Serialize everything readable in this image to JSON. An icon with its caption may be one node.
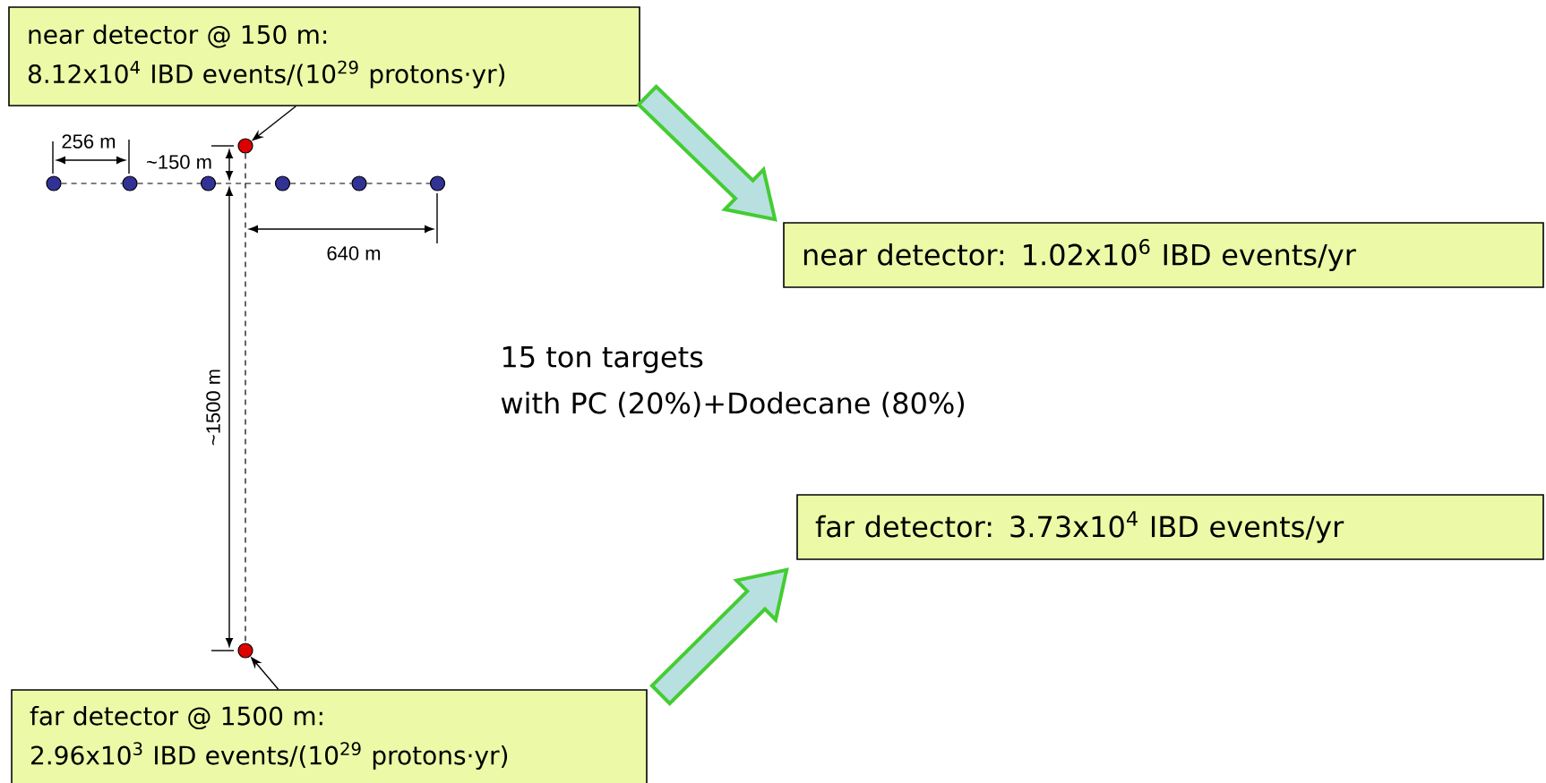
{
  "diagram": {
    "nodes": [
      {
        "text": [
          "near detector @ 150 m:",
          "8.12x10$^{4}$ IBD events/(10$^{29}$ protons·yr)"
        ]
      },
      {
        "text": [],
        "shape": "circle"
      },
      {
        "text": [],
        "shape": "circle"
      },
      {
        "text": [],
        "shape": "circle"
      },
      {
        "text": [],
        "shape": "circle"
      },
      {
        "text": [],
        "shape": "circle"
      },
      {
        "text": [],
        "shape": "circle"
      },
      {
        "text": [],
        "shape": "circle"
      },
      {
        "text": [
          "near detector: 1.02x10$^{6}$ IBD events/yr"
        ]
      },
      {
        "text": [
          "far detector: 3.73x10$^{4}$ IBD events/yr"
        ]
      },
      {
        "text": [],
        "shape": "circle"
      },
      {
        "text": [
          "far detector @ 1500 m:",
          "2.96x10$^{3}$ IBD events/(10$^{29}$ protons·yr)"
        ]
      }
    ],
    "edges": [
      {
        "from": 0,
        "to": 1,
        "arrow": "to"
      },
      {
        "from": 0,
        "to": 8,
        "arrow": "to",
        "style": "thick",
        "color": "#44cc33"
      },
      {
        "from": 2,
        "to": 3,
        "arrow": "none",
        "style": "dashed"
      },
      {
        "from": 3,
        "to": 4,
        "arrow": "none",
        "style": "dashed"
      },
      {
        "from": 4,
        "to": 5,
        "arrow": "none",
        "style": "dashed"
      },
      {
        "from": 5,
        "to": 6,
        "arrow": "none",
        "style": "dashed"
      },
      {
        "from": 6,
        "to": 7,
        "arrow": "none",
        "style": "dashed"
      },
      {
        "from": 1,
        "to": 10,
        "arrow": "none",
        "style": "dashed"
      },
      {
        "from": 11,
        "to": 10,
        "arrow": "to"
      },
      {
        "from": 11,
        "to": 9,
        "arrow": "to",
        "style": "thick",
        "color": "#44cc33"
      }
    ],
    "labels": [
      "256 m",
      "~150 m",
      "640 m",
      "~1500 m",
      "15 ton targets",
      "with PC (20%)+Dodecane (80%)"
    ]
  }
}
